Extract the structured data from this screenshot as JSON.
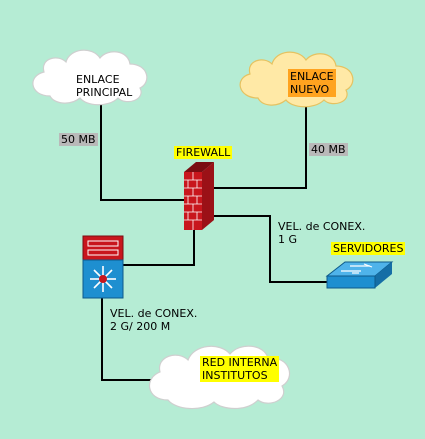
{
  "nodes": {
    "enlace_principal": {
      "label": "ENLACE\nPRINCIPAL"
    },
    "enlace_nuevo": {
      "label": "ENLACE\nNUEVO"
    },
    "firewall": {
      "label": "FIREWALL"
    },
    "servidores": {
      "label": "SERVIDORES"
    },
    "red_interna": {
      "label": "RED INTERNA\nINSTITUTOS"
    }
  },
  "links": {
    "principal_firewall": {
      "label": "50 MB"
    },
    "nuevo_firewall": {
      "label": "40 MB"
    },
    "firewall_servidores": {
      "label": "VEL. de CONEX.\n1 G"
    },
    "switch_red": {
      "label": "VEL. de CONEX.\n2 G/ 200 M"
    }
  },
  "colors": {
    "background": "#b5ecd4",
    "cloud_white": "#ffffff",
    "cloud_orange": "#ffe9a6",
    "highlight_yellow": "#ffff00",
    "highlight_orange": "#ffa31f",
    "highlight_gray": "#b9b9b9",
    "firewall_red": "#c8161d",
    "switch_blue": "#1e8fd0"
  }
}
